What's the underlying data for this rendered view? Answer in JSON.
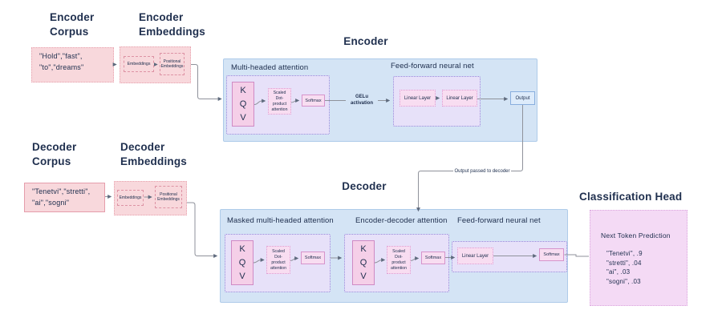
{
  "colors": {
    "block_blue_fill": "#d4e4f5",
    "block_blue_border": "#aecbe9",
    "attention_fill": "#e7e1f9",
    "attention_border": "#9488d9",
    "kqv_pink_fill": "#f5cfe8",
    "pink_box_fill": "#f8ddf1",
    "pink_box_border": "#d694cb",
    "corpus_fill": "#f8d8dc",
    "corpus_border": "#e59dab",
    "classification_fill": "#f4daf5",
    "classification_border": "#dca7de",
    "output_box_fill": "#ddebfb",
    "output_box_border": "#88aede",
    "connector_gray": "#8f929b",
    "text_navy": "#20304f"
  },
  "encoder": {
    "title": "Encoder",
    "corpus": {
      "title": "Encoder\nCorpus",
      "tokens": "\"Hold\",\"fast\",\n\"to\",\"dreams\""
    },
    "embeddings": {
      "title": "Encoder\nEmbeddings",
      "embeddings_label": "Embeddings",
      "positional_label": "Positional\nEmbeddings"
    },
    "mha": {
      "label": "Multi-headed attention",
      "kqv": "K\nQ\nV",
      "scaled": "Scaled\nDot-\nproduct\nattention",
      "softmax": "Softmax"
    },
    "gelu_label": "GELu\nactivation",
    "ffn": {
      "label": "Feed-forward neural net",
      "linear1": "Linear Layer",
      "linear2": "Linear Layer"
    },
    "output_label": "Output"
  },
  "decoder": {
    "title": "Decoder",
    "corpus": {
      "title": "Decoder\nCorpus",
      "tokens": "\"Tenetvi\",\"stretti\",\n\"ai\",\"sogni\""
    },
    "embeddings": {
      "title": "Decoder\nEmbeddings",
      "embeddings_label": "Embeddings",
      "positional_label": "Positional\nEmbeddings"
    },
    "masked_mha": {
      "label": "Masked multi-headed attention",
      "kqv": "K\nQ\nV",
      "scaled": "Scaled\nDot-\nproduct\nattention",
      "softmax": "Softmax"
    },
    "enc_dec_attention": {
      "label": "Encoder-decoder attention",
      "kqv": "K\nQ\nV",
      "scaled": "Scaled\nDot-\nproduct\nattention",
      "softmax": "Softmax"
    },
    "ffn": {
      "label": "Feed-forward neural net",
      "linear": "Linear Layer",
      "softmax": "Softmax"
    }
  },
  "connectors": {
    "output_passed": "Output passed to decoder"
  },
  "classification": {
    "title": "Classification Head",
    "heading": "Next Token Prediction",
    "predictions": [
      "\"Tenetvi\", .9",
      "\"stretti\", .04",
      "\"ai\", .03",
      "\"sogni\", .03"
    ]
  }
}
